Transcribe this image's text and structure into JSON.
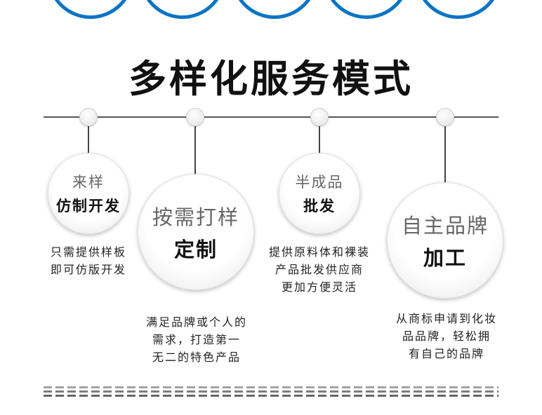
{
  "title": "多样化服务模式",
  "colors": {
    "accent": "#0b74c4"
  },
  "services": [
    {
      "top": "来样",
      "bottom": "仿制开发",
      "desc": [
        "只需提供样板",
        "即可仿版开发"
      ]
    },
    {
      "top": "按需打样",
      "bottom": "定制",
      "desc": [
        "满足品牌或个人的",
        "需求，打造第一",
        "无二的特色产品"
      ]
    },
    {
      "top": "半成品",
      "bottom": "批发",
      "desc": [
        "提供原料体和裸装",
        "产品批发供应商",
        "更加方便灵活"
      ]
    },
    {
      "top": "自主品牌",
      "bottom": "加工",
      "desc": [
        "从商标申请到化妆",
        "品品牌，轻松拥",
        "有自己的品牌"
      ]
    }
  ]
}
